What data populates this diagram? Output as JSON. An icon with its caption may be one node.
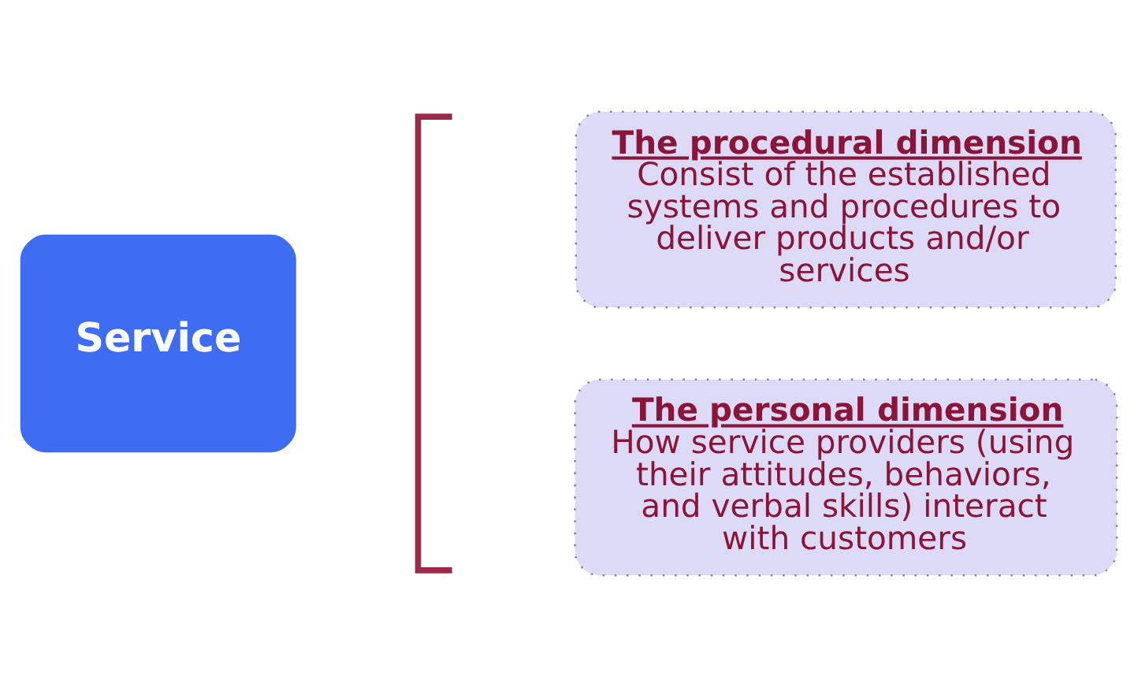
{
  "diagram": {
    "nodes": [
      {
        "text": [
          "Service"
        ]
      },
      {
        "text": [
          "The procedural dimension",
          "Consist of the established systems and procedures to deliver products and/or services"
        ]
      },
      {
        "text": [
          "The personal dimension",
          "How service providers (using their attitudes, behaviors, and verbal skills) interact with customers"
        ]
      }
    ],
    "edges": []
  }
}
